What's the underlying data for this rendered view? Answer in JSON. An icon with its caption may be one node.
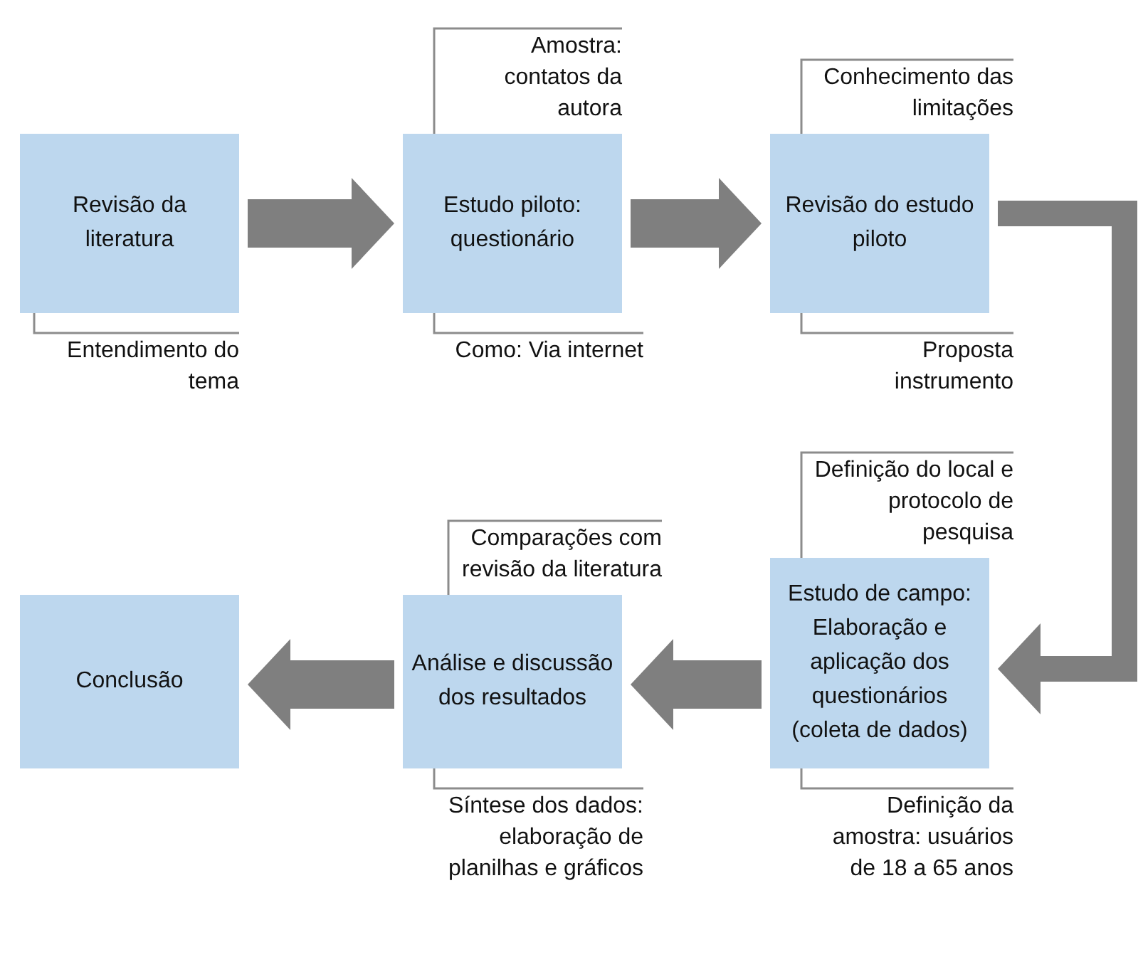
{
  "diagram": {
    "nodes": [
      {
        "text": [
          "Revisão da literatura"
        ],
        "beside": [
          "Entendimento do tema"
        ]
      },
      {
        "text": [
          "Estudo piloto: questionário"
        ],
        "beside": [
          "Amostra: contatos da autora",
          "Como: Via internet"
        ]
      },
      {
        "text": [
          "Revisão do estudo piloto"
        ],
        "beside": [
          "Conhecimento das limitações",
          "Proposta instrumento"
        ]
      },
      {
        "text": [
          "Conclusão"
        ]
      },
      {
        "text": [
          "Análise e discussão dos resultados"
        ],
        "beside": [
          "Comparações com revisão da literatura",
          "Síntese dos dados: elaboração de planilhas e gráficos"
        ]
      },
      {
        "text": [
          "Estudo de campo: Elaboração e aplicação dos questionários (coleta de dados)"
        ],
        "beside": [
          "Definição do local e protocolo de pesquisa",
          "Definição da amostra: usuários de 18 a 65 anos"
        ]
      }
    ],
    "edges": [
      {
        "from": 0,
        "to": 1,
        "arrow": "to"
      },
      {
        "from": 1,
        "to": 2,
        "arrow": "to"
      },
      {
        "from": 2,
        "to": 5,
        "arrow": "to"
      },
      {
        "from": 5,
        "to": 4,
        "arrow": "to"
      },
      {
        "from": 4,
        "to": 3,
        "arrow": "to"
      }
    ]
  }
}
